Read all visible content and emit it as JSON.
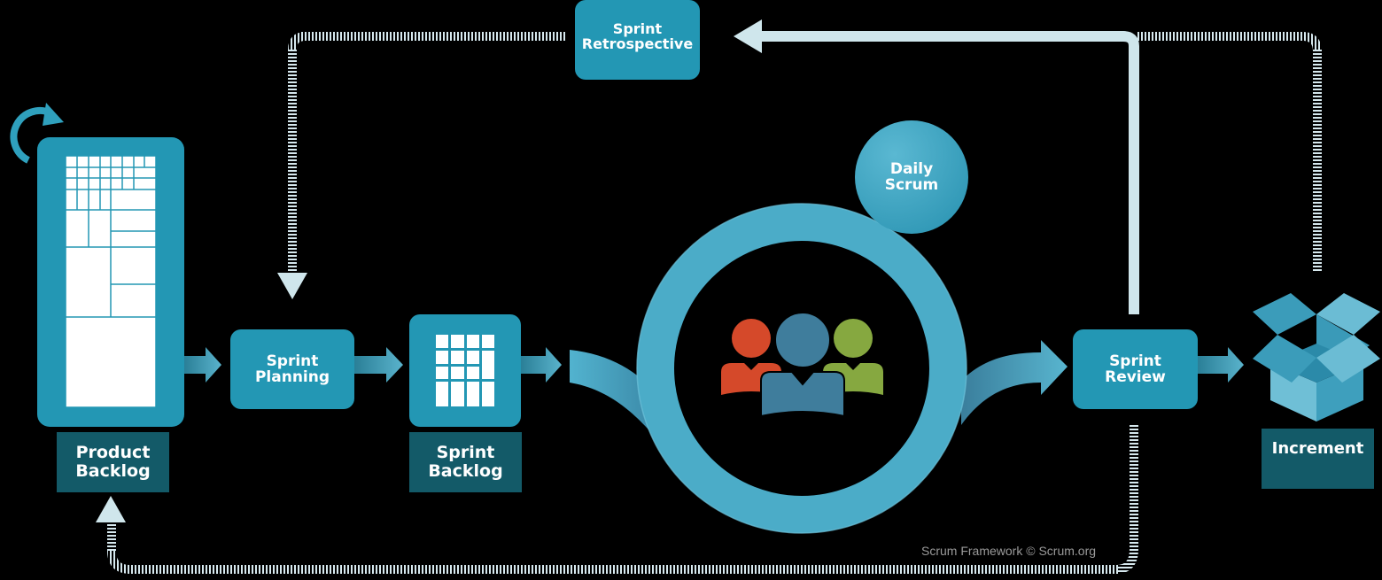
{
  "diagram": {
    "title": "Scrum Framework",
    "nodes": {
      "product_backlog": "Product\nBacklog",
      "sprint_planning": "Sprint\nPlanning",
      "sprint_backlog": "Sprint\nBacklog",
      "daily_scrum": "Daily\nScrum",
      "sprint_review": "Sprint\nReview",
      "sprint_retrospective": "Sprint\nRetrospective",
      "increment": "Increment"
    },
    "product_backlog_label": [
      "Product",
      "Backlog"
    ],
    "sprint_planning_label": [
      "Sprint",
      "Planning"
    ],
    "sprint_backlog_label": [
      "Sprint",
      "Backlog"
    ],
    "daily_scrum_label": [
      "Daily",
      "Scrum"
    ],
    "sprint_review_label": [
      "Sprint",
      "Review"
    ],
    "sprint_retrospective_label": [
      "Sprint",
      "Retrospective"
    ],
    "increment_label": "Increment",
    "copyright": "Scrum Framework © Scrum.org",
    "colors": {
      "primary": "#2397b4",
      "dark_label": "#135a68",
      "ring": "#4bacc8",
      "feedback_line": "#cfe6ec",
      "person_red": "#d5492a",
      "person_blue": "#3f7d9c",
      "person_green": "#86a840"
    },
    "edges": [
      {
        "from": "Product Backlog",
        "to": "Sprint Planning"
      },
      {
        "from": "Sprint Planning",
        "to": "Sprint Backlog"
      },
      {
        "from": "Sprint Backlog",
        "to": "Sprint"
      },
      {
        "from": "Sprint",
        "to": "Sprint Review"
      },
      {
        "from": "Sprint Review",
        "to": "Increment"
      },
      {
        "from": "Sprint Review",
        "to": "Sprint Retrospective"
      },
      {
        "from": "Sprint Retrospective",
        "to": "Sprint Planning"
      },
      {
        "from": "Increment",
        "to": "Sprint Retrospective"
      },
      {
        "from": "Sprint Review",
        "to": "Product Backlog"
      }
    ]
  }
}
